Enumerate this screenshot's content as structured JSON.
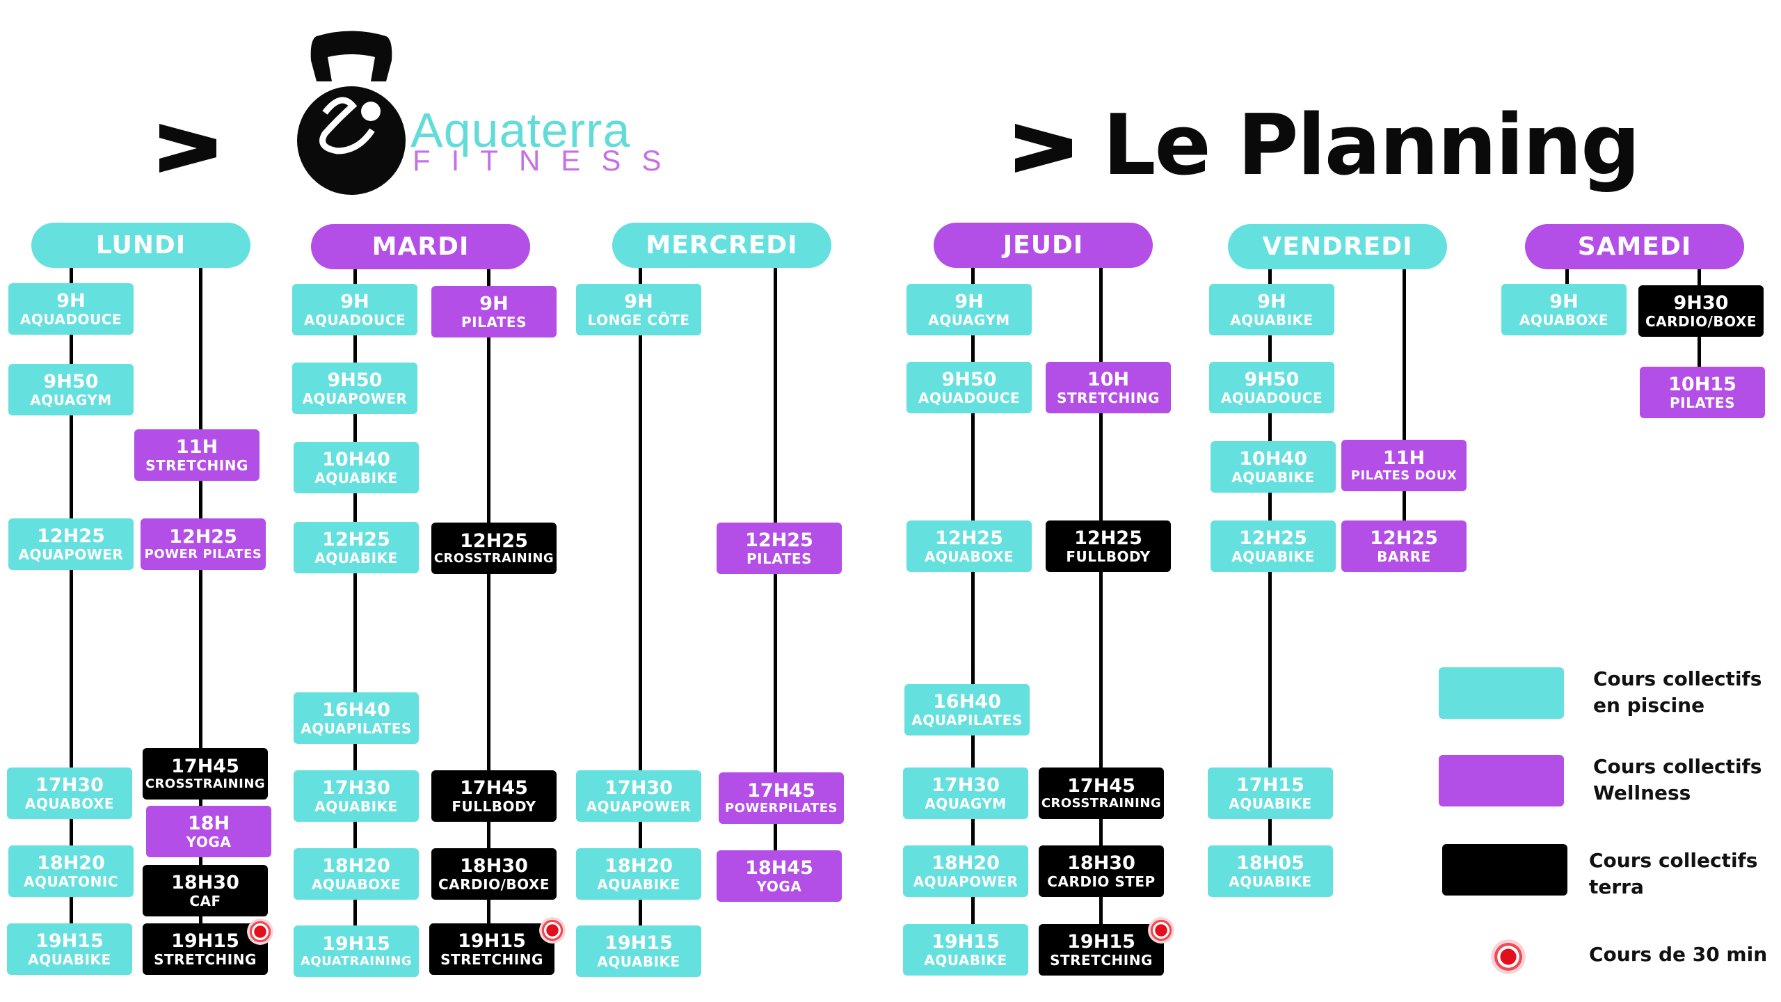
{
  "logo": {
    "word": "Aquaterra",
    "sub": "FITNESS"
  },
  "title": "Le Planning",
  "colors": {
    "aqua": "#64e0df",
    "wellness": "#b34ee7",
    "terra": "#000000",
    "dot": "#e2101c"
  },
  "days": [
    {
      "label": "LUNDI"
    },
    {
      "label": "MARDI"
    },
    {
      "label": "MERCREDI"
    },
    {
      "label": "JEUDI"
    },
    {
      "label": "VENDREDI"
    },
    {
      "label": "SAMEDI"
    }
  ],
  "classes": {
    "lundi": [
      {
        "time": "9H",
        "name": "AQUADOUCE"
      },
      {
        "time": "9H50",
        "name": "AQUAGYM"
      },
      {
        "time": "11H",
        "name": "STRETCHING"
      },
      {
        "time": "12H25",
        "name": "AQUAPOWER"
      },
      {
        "time": "12H25",
        "name": "POWER PILATES"
      },
      {
        "time": "17H45",
        "name": "CROSSTRAINING"
      },
      {
        "time": "17H30",
        "name": "AQUABOXE"
      },
      {
        "time": "18H",
        "name": "YOGA"
      },
      {
        "time": "18H20",
        "name": "AQUATONIC"
      },
      {
        "time": "18H30",
        "name": "CAF"
      },
      {
        "time": "19H15",
        "name": "AQUABIKE"
      },
      {
        "time": "19H15",
        "name": "STRETCHING"
      }
    ],
    "mardi": [
      {
        "time": "9H",
        "name": "AQUADOUCE"
      },
      {
        "time": "9H",
        "name": "PILATES"
      },
      {
        "time": "9H50",
        "name": "AQUAPOWER"
      },
      {
        "time": "10H40",
        "name": "AQUABIKE"
      },
      {
        "time": "12H25",
        "name": "AQUABIKE"
      },
      {
        "time": "12H25",
        "name": "CROSSTRAINING"
      },
      {
        "time": "16H40",
        "name": "AQUAPILATES"
      },
      {
        "time": "17H30",
        "name": "AQUABIKE"
      },
      {
        "time": "17H45",
        "name": "FULLBODY"
      },
      {
        "time": "18H20",
        "name": "AQUABOXE"
      },
      {
        "time": "18H30",
        "name": "CARDIO/BOXE"
      },
      {
        "time": "19H15",
        "name": "AQUATRAINING"
      },
      {
        "time": "19H15",
        "name": "STRETCHING"
      }
    ],
    "mercredi": [
      {
        "time": "9H",
        "name": "LONGE CÔTE"
      },
      {
        "time": "12H25",
        "name": "PILATES"
      },
      {
        "time": "17H30",
        "name": "AQUAPOWER"
      },
      {
        "time": "17H45",
        "name": "POWERPILATES"
      },
      {
        "time": "18H20",
        "name": "AQUABIKE"
      },
      {
        "time": "18H45",
        "name": "YOGA"
      },
      {
        "time": "19H15",
        "name": "AQUABIKE"
      }
    ],
    "jeudi": [
      {
        "time": "9H",
        "name": "AQUAGYM"
      },
      {
        "time": "9H50",
        "name": "AQUADOUCE"
      },
      {
        "time": "10H",
        "name": "STRETCHING"
      },
      {
        "time": "12H25",
        "name": "AQUABOXE"
      },
      {
        "time": "12H25",
        "name": "FULLBODY"
      },
      {
        "time": "16H40",
        "name": "AQUAPILATES"
      },
      {
        "time": "17H30",
        "name": "AQUAGYM"
      },
      {
        "time": "17H45",
        "name": "CROSSTRAINING"
      },
      {
        "time": "18H20",
        "name": "AQUAPOWER"
      },
      {
        "time": "18H30",
        "name": "CARDIO STEP"
      },
      {
        "time": "19H15",
        "name": "AQUABIKE"
      },
      {
        "time": "19H15",
        "name": "STRETCHING"
      }
    ],
    "vendredi": [
      {
        "time": "9H",
        "name": "AQUABIKE"
      },
      {
        "time": "9H50",
        "name": "AQUADOUCE"
      },
      {
        "time": "10H40",
        "name": "AQUABIKE"
      },
      {
        "time": "11H",
        "name": "PILATES DOUX"
      },
      {
        "time": "12H25",
        "name": "AQUABIKE"
      },
      {
        "time": "12H25",
        "name": "BARRE"
      },
      {
        "time": "17H15",
        "name": "AQUABIKE"
      },
      {
        "time": "18H05",
        "name": "AQUABIKE"
      }
    ],
    "samedi": [
      {
        "time": "9H",
        "name": "AQUABOXE"
      },
      {
        "time": "9H30",
        "name": "CARDIO/BOXE"
      },
      {
        "time": "10H15",
        "name": "PILATES"
      }
    ]
  },
  "legend": [
    {
      "label": "Cours collectifs en piscine"
    },
    {
      "label": "Cours collectifs Wellness"
    },
    {
      "label": "Cours collectifs terra"
    },
    {
      "label": "Cours de 30 min"
    }
  ]
}
